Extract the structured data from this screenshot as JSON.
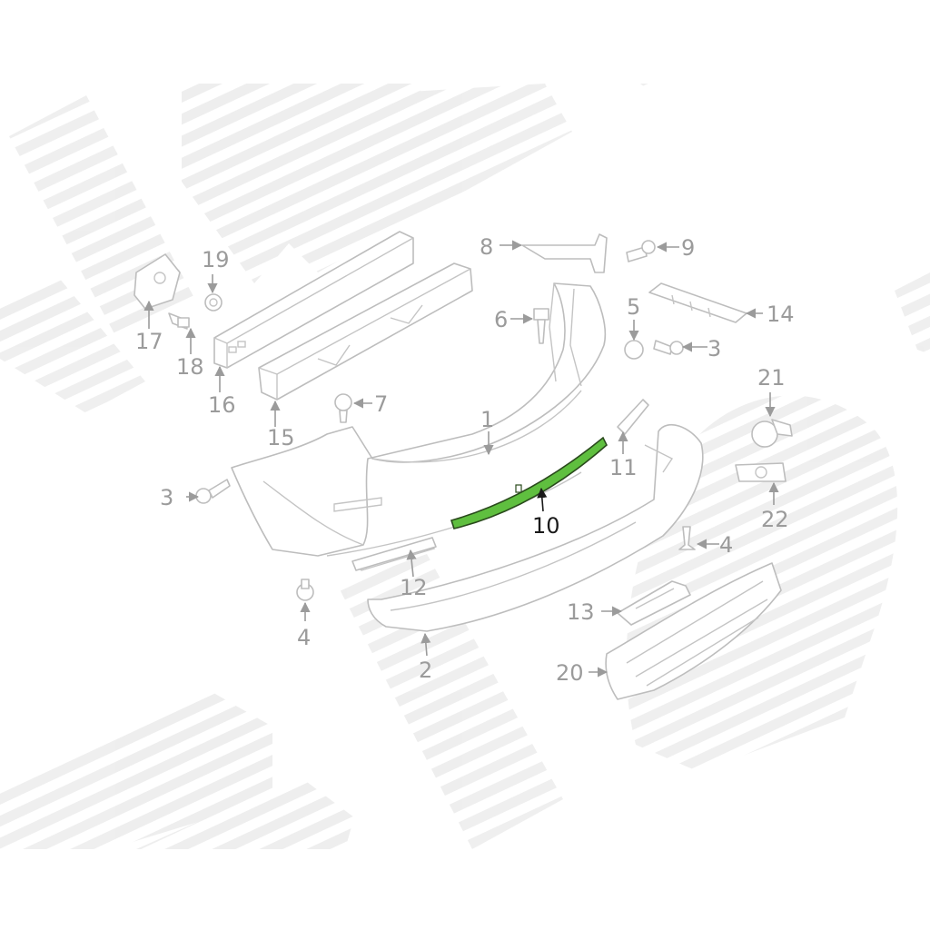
{
  "diagram": {
    "highlight_color": "#5fbf3f",
    "line_color": "#bdbdbd",
    "label_color": "#9b9b9b",
    "highlighted_part": "10",
    "callouts": [
      {
        "id": "c1",
        "text": "1"
      },
      {
        "id": "c2",
        "text": "2"
      },
      {
        "id": "c3a",
        "text": "3"
      },
      {
        "id": "c3b",
        "text": "3"
      },
      {
        "id": "c4a",
        "text": "4"
      },
      {
        "id": "c4b",
        "text": "4"
      },
      {
        "id": "c5",
        "text": "5"
      },
      {
        "id": "c6",
        "text": "6"
      },
      {
        "id": "c7",
        "text": "7"
      },
      {
        "id": "c8",
        "text": "8"
      },
      {
        "id": "c9",
        "text": "9"
      },
      {
        "id": "c10",
        "text": "10"
      },
      {
        "id": "c11",
        "text": "11"
      },
      {
        "id": "c12",
        "text": "12"
      },
      {
        "id": "c13",
        "text": "13"
      },
      {
        "id": "c14",
        "text": "14"
      },
      {
        "id": "c15",
        "text": "15"
      },
      {
        "id": "c16",
        "text": "16"
      },
      {
        "id": "c17",
        "text": "17"
      },
      {
        "id": "c18",
        "text": "18"
      },
      {
        "id": "c19",
        "text": "19"
      },
      {
        "id": "c20",
        "text": "20"
      },
      {
        "id": "c21",
        "text": "21"
      },
      {
        "id": "c22",
        "text": "22"
      }
    ]
  }
}
